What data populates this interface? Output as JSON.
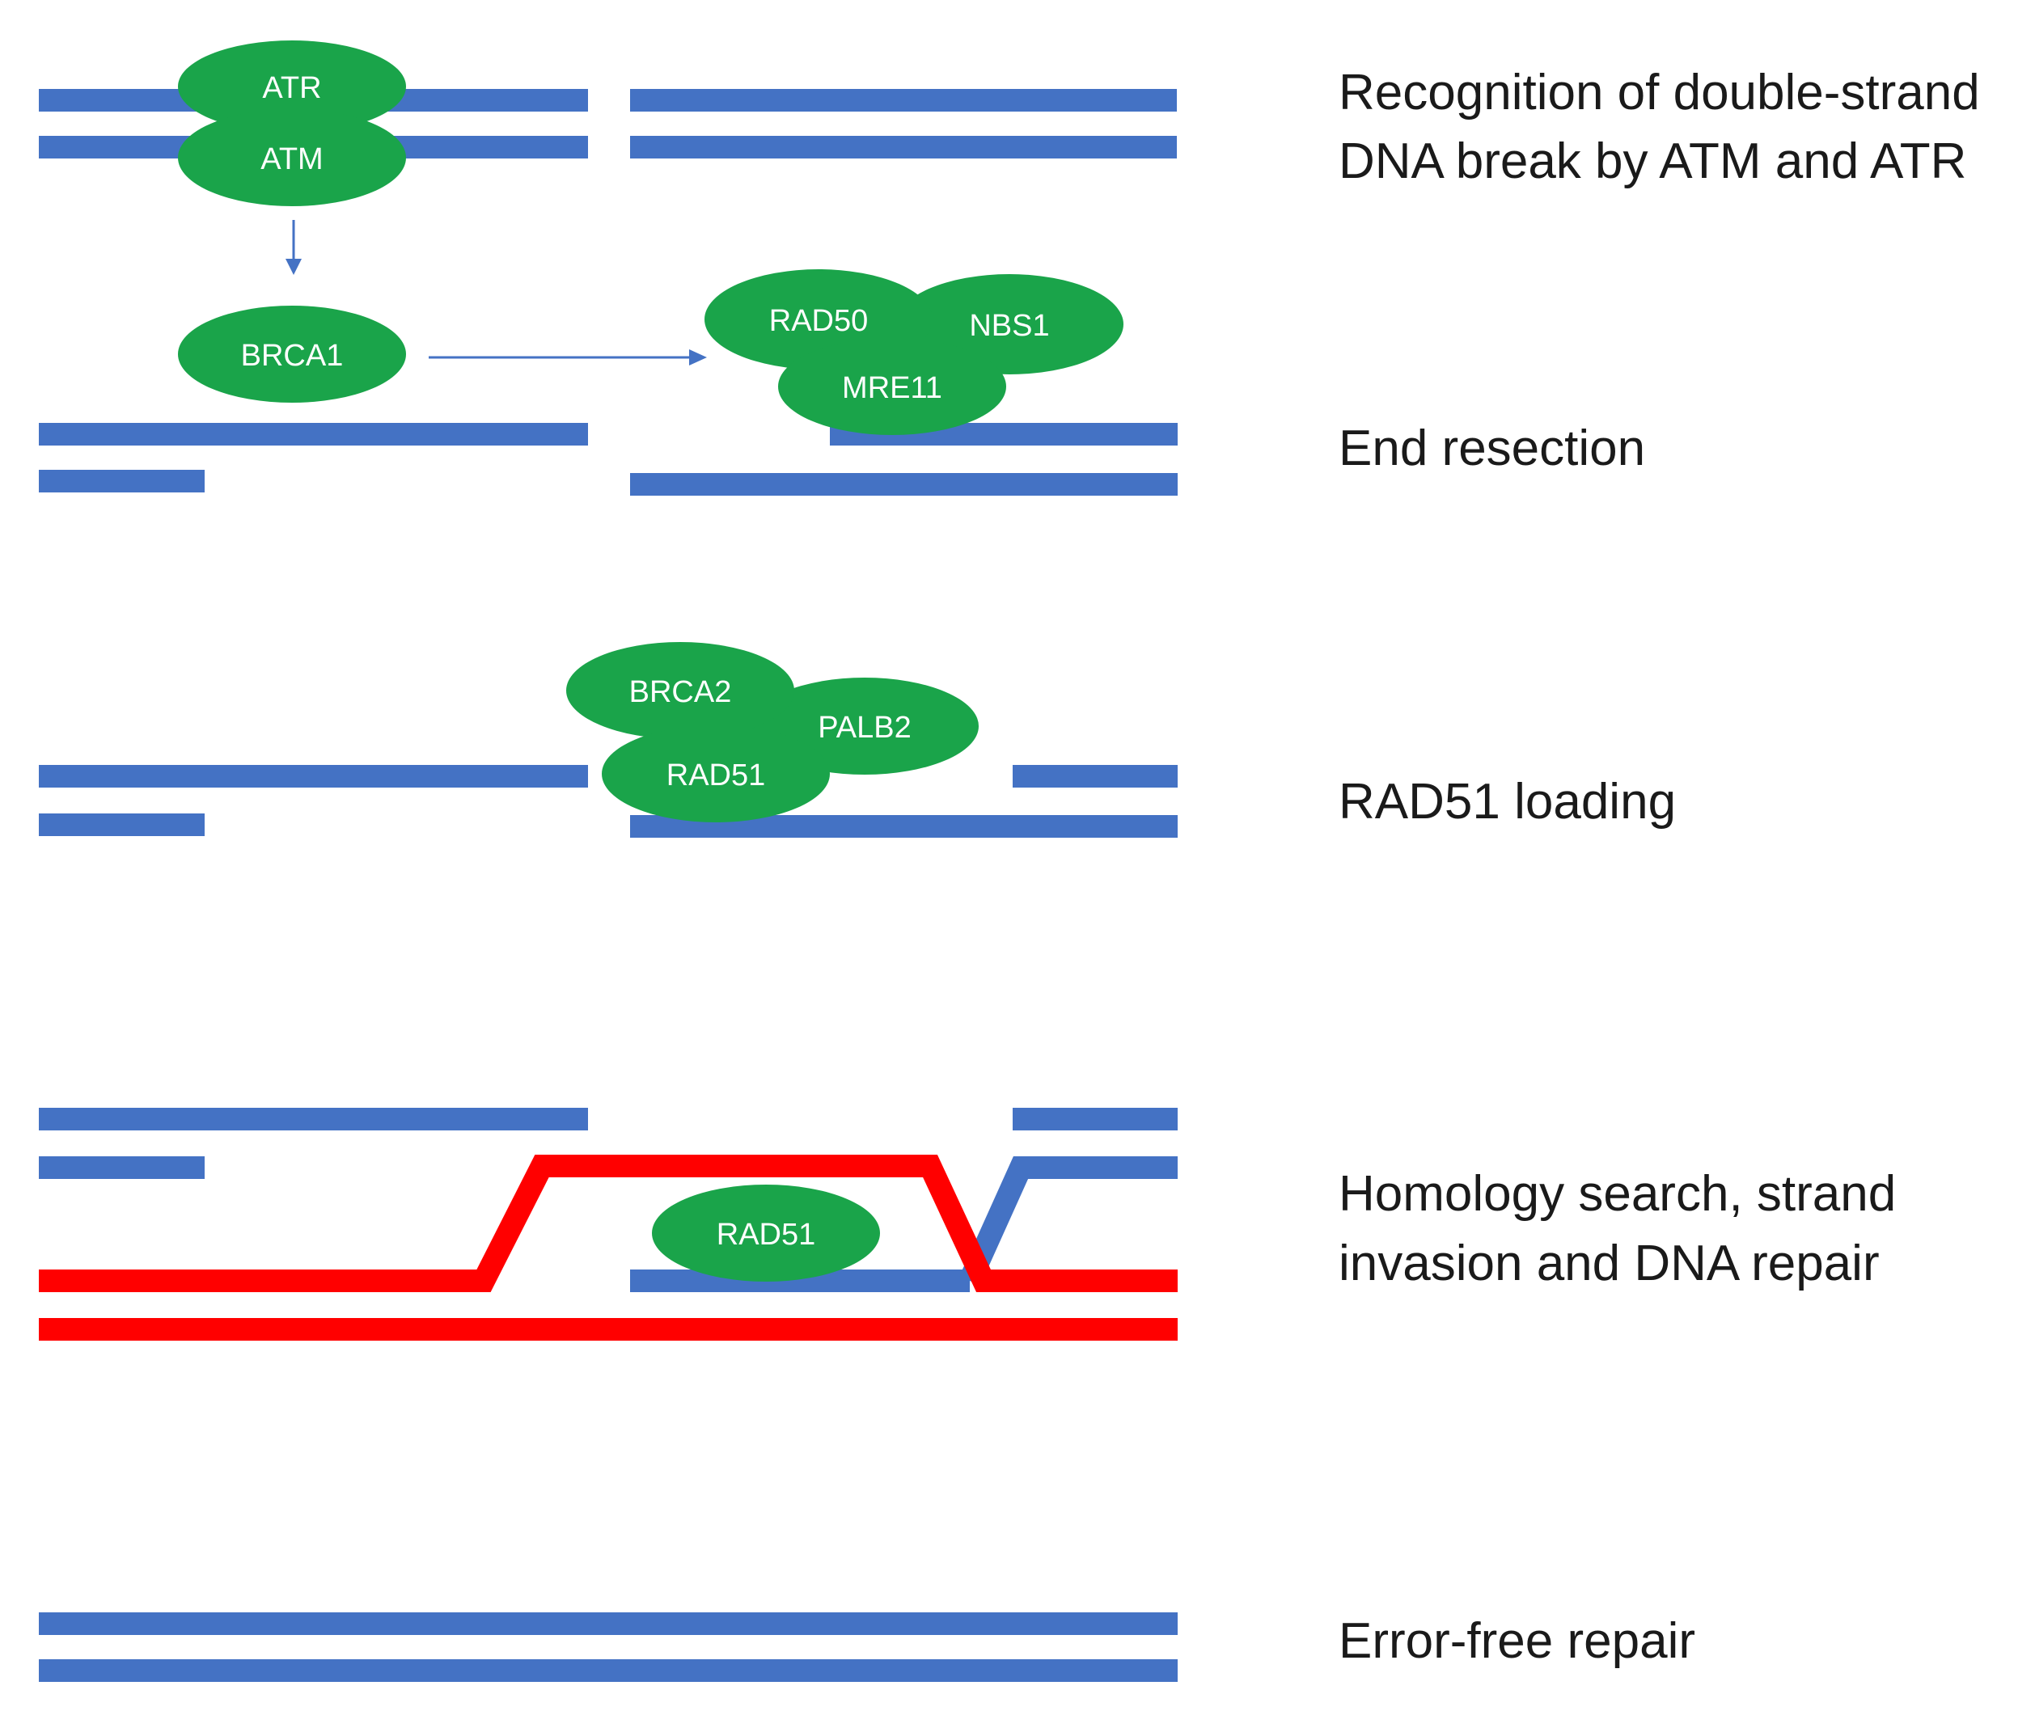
{
  "colors": {
    "dna_original": "#4472C4",
    "dna_template": "#FF0000",
    "protein": "#1AA44A",
    "protein_text": "#FFFFFF",
    "step_text": "#1A1A1A"
  },
  "steps": [
    {
      "lines": [
        "Recognition of double-strand",
        "DNA break by ATM and ATR"
      ],
      "proteins": [
        "ATR",
        "ATM"
      ]
    },
    {
      "lines": [
        "End resection"
      ],
      "proteins": [
        "BRCA1",
        "RAD50",
        "NBS1",
        "MRE11"
      ]
    },
    {
      "lines": [
        "RAD51 loading"
      ],
      "proteins": [
        "BRCA2",
        "PALB2",
        "RAD51"
      ]
    },
    {
      "lines": [
        "Homology search, strand",
        "invasion and DNA repair"
      ],
      "proteins": [
        "RAD51"
      ]
    },
    {
      "lines": [
        "Error-free repair"
      ],
      "proteins": []
    }
  ]
}
